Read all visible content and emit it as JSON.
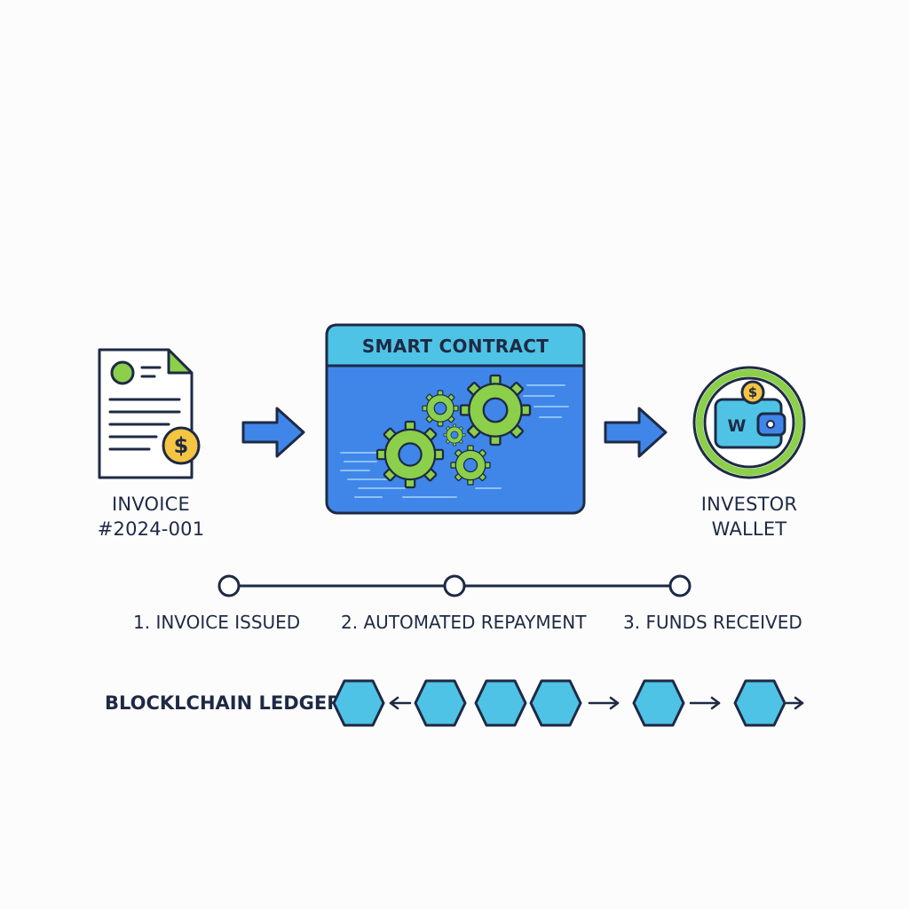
{
  "invoice": {
    "label_line1": "INVOICE",
    "label_line2": "#2024-001",
    "icon": "invoice-document-icon",
    "coin_glyph": "$"
  },
  "smart_contract": {
    "title": "SMART CONTRACT",
    "icon": "gears-icon"
  },
  "wallet": {
    "label_line1": "INVESTOR",
    "label_line2": "WALLET",
    "icon": "wallet-icon",
    "letter": "W",
    "coin_glyph": "$"
  },
  "timeline": {
    "steps": [
      {
        "label": "1. INVOICE ISSUED"
      },
      {
        "label": "2. AUTOMATED REPAYMENT"
      },
      {
        "label": "3. FUNDS RECEIVED"
      }
    ]
  },
  "ledger": {
    "label": "BLOCKLCHAIN LEDGER",
    "block_count": 6
  },
  "colors": {
    "navy": "#1e2a44",
    "blue": "#3f86e8",
    "cyan": "#4fc3e6",
    "green": "#8ccf4a",
    "gold": "#f5c542"
  }
}
